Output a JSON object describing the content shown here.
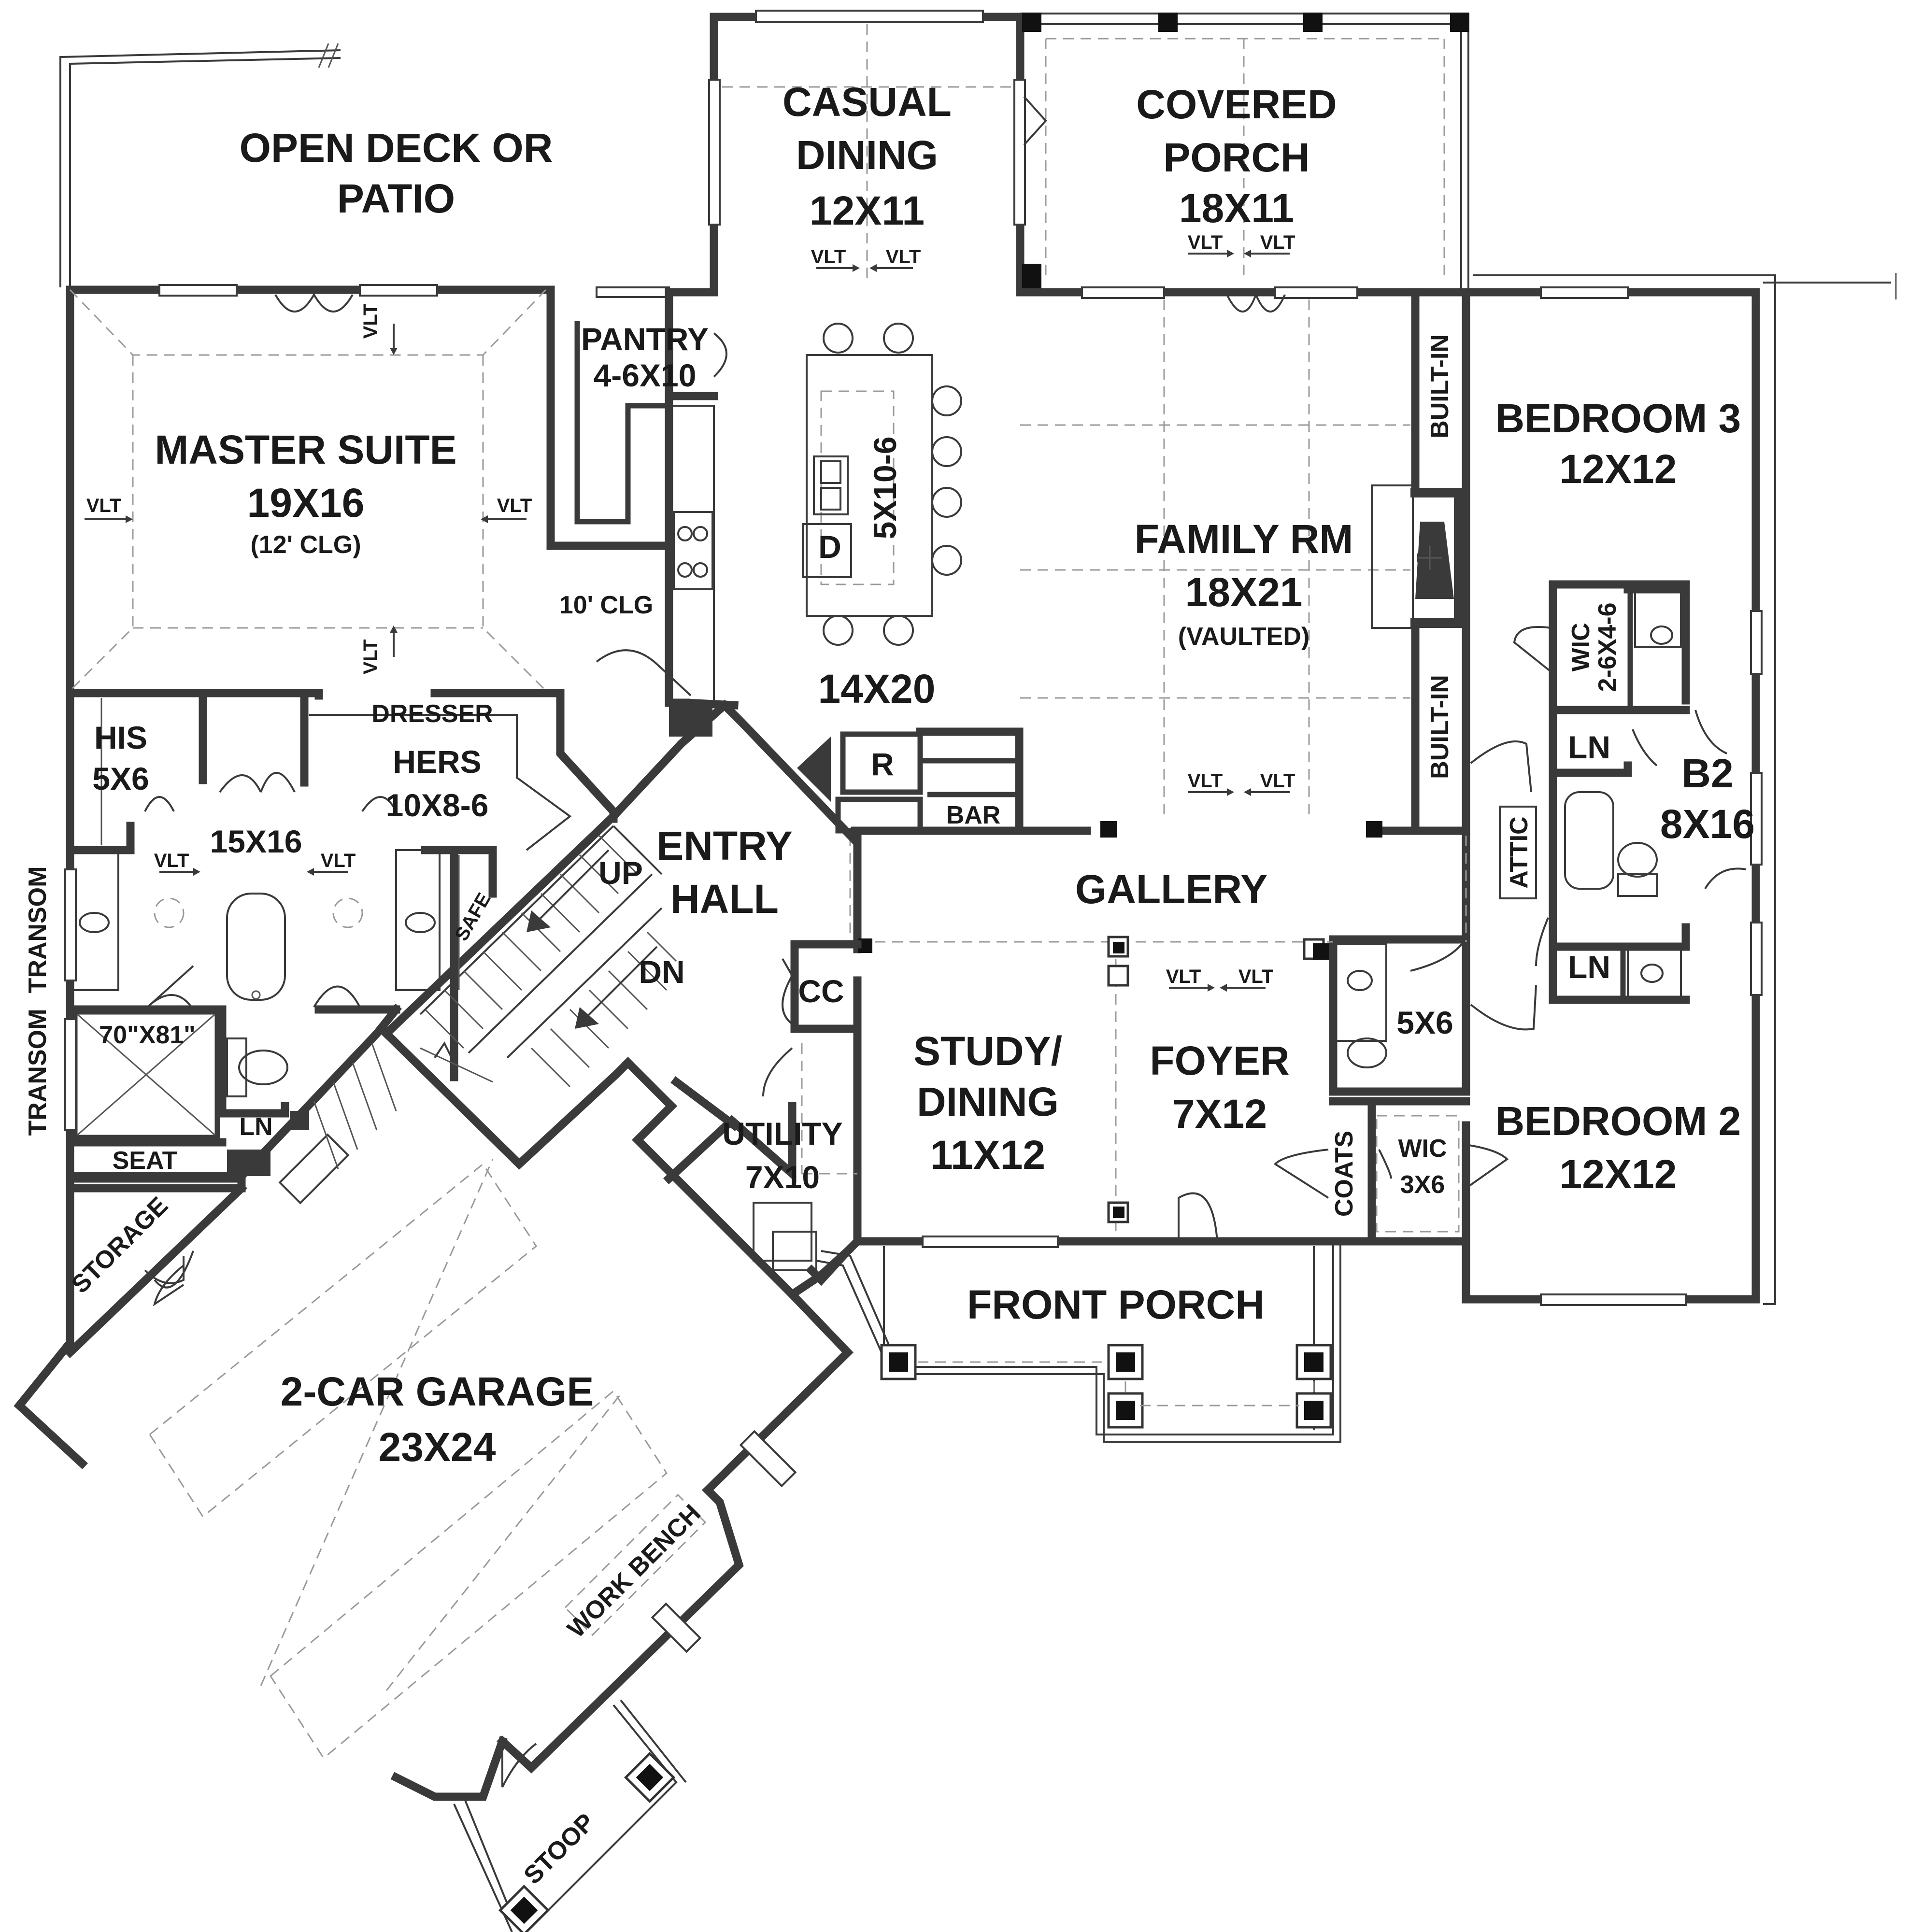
{
  "plan": {
    "deck": {
      "line1": "OPEN DECK OR",
      "line2": "PATIO"
    },
    "casual_dining": {
      "name1": "CASUAL",
      "name2": "DINING",
      "size": "12X11"
    },
    "covered_porch": {
      "name1": "COVERED",
      "name2": "PORCH",
      "size": "18X11"
    },
    "pantry": {
      "name": "PANTRY",
      "size": "4-6X10"
    },
    "master_suite": {
      "name": "MASTER SUITE",
      "size": "19X16",
      "ceiling": "(12' CLG)"
    },
    "kitchen": {
      "island": "5X10-6",
      "size": "14X20",
      "dishwasher": "D",
      "fridge": "R",
      "bar": "BAR",
      "ceiling": "10' CLG"
    },
    "family_room": {
      "name": "FAMILY RM",
      "size": "18X21",
      "note": "(VAULTED)"
    },
    "built_in_top": "BUILT-IN",
    "built_in_bottom": "BUILT-IN",
    "bedroom3": {
      "name": "BEDROOM 3",
      "size": "12X12"
    },
    "wic_bed3": {
      "name": "WIC",
      "size": "2-6X4-6"
    },
    "b2": {
      "name": "B2",
      "size": "8X16"
    },
    "linen": "LN",
    "attic": "ATTIC",
    "his": {
      "name": "HIS",
      "size": "5X6"
    },
    "dresser": "DRESSER",
    "hers": {
      "name": "HERS",
      "size": "10X8-6"
    },
    "master_bath": {
      "size": "15X16"
    },
    "safe": "SAFE",
    "transom": "TRANSOM",
    "shower": "70\"X81\"",
    "seat": "SEAT",
    "entry_hall": {
      "name1": "ENTRY",
      "name2": "HALL"
    },
    "stairs": {
      "up": "UP",
      "down": "DN"
    },
    "gallery": "GALLERY",
    "coat_closet": "CC",
    "study": {
      "name1": "STUDY/",
      "name2": "DINING",
      "size": "11X12"
    },
    "foyer": {
      "name": "FOYER",
      "size": "7X12"
    },
    "powder": {
      "size": "5X6"
    },
    "coats": "COATS",
    "wic_bed2": {
      "name": "WIC",
      "size": "3X6"
    },
    "bedroom2": {
      "name": "BEDROOM 2",
      "size": "12X12"
    },
    "utility": {
      "name": "UTILITY",
      "size": "7X10"
    },
    "storage": "STORAGE",
    "front_porch": "FRONT PORCH",
    "garage": {
      "name": "2-CAR GARAGE",
      "size": "23X24"
    },
    "work_bench": "WORK BENCH",
    "stoop": "STOOP",
    "vault_tag": "VLT"
  },
  "colors": {
    "wall": "#3a3a3a",
    "background": "#ffffff",
    "dashed": "#9a9a9a"
  }
}
